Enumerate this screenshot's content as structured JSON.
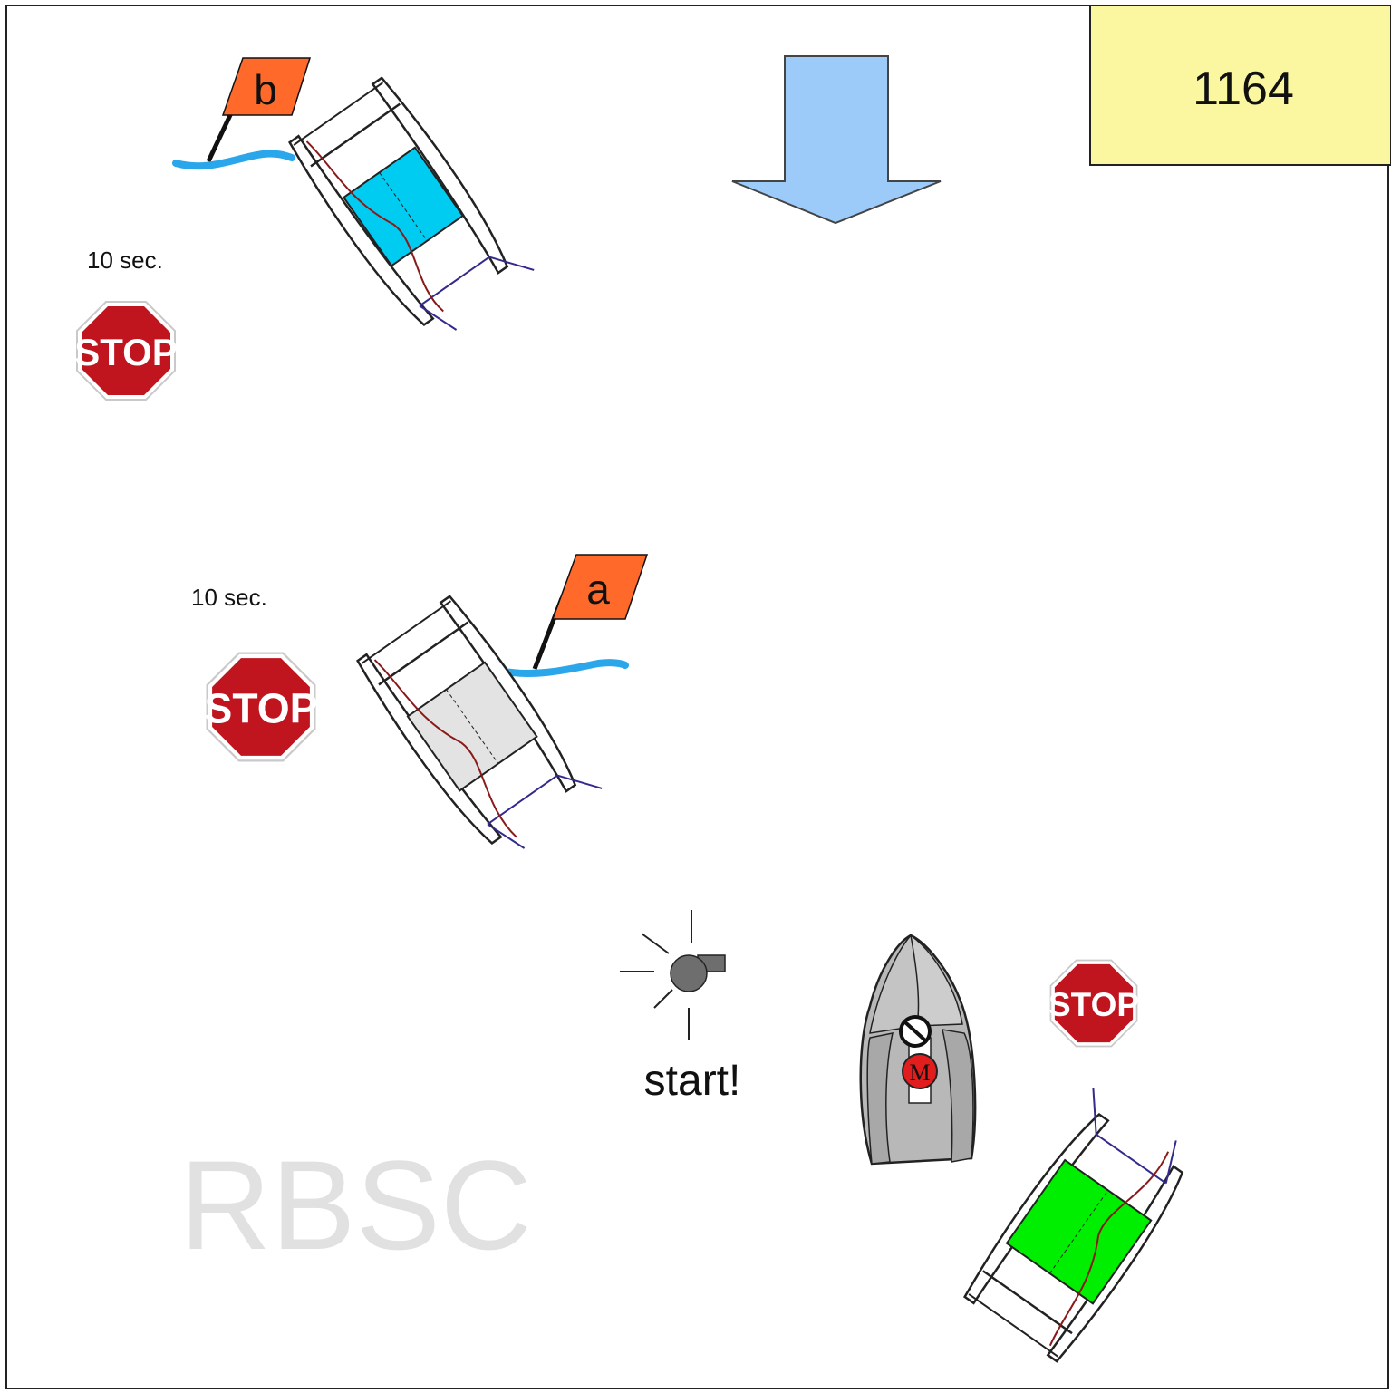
{
  "scenario_number": "1164",
  "watermark": "RBSC",
  "flags": {
    "upper": {
      "letter": "b"
    },
    "lower": {
      "letter": "a"
    }
  },
  "penalty_markers": {
    "upper": {
      "label": "10 sec.",
      "sign": "STOP"
    },
    "lower": {
      "label": "10 sec.",
      "sign": "STOP"
    },
    "committee": {
      "sign": "STOP"
    }
  },
  "start_signal": {
    "label": "start!",
    "icon": "whistle-icon"
  },
  "committee_boat": {
    "mark_letter": "M"
  },
  "boats": {
    "blue": {
      "sail_color": "#00ccf2"
    },
    "grey": {
      "sail_color": "#e3e3e3"
    },
    "green": {
      "sail_color": "#00ee00"
    }
  },
  "colors": {
    "info_box": "#fbf6a0",
    "wind_arrow": "#9ccbfa",
    "flag": "#ff6a2a",
    "line": "#2aa6ea",
    "stop": "#c0141f",
    "committee_hull": "#b8b8b8",
    "watermark": "#e1e1e1"
  }
}
